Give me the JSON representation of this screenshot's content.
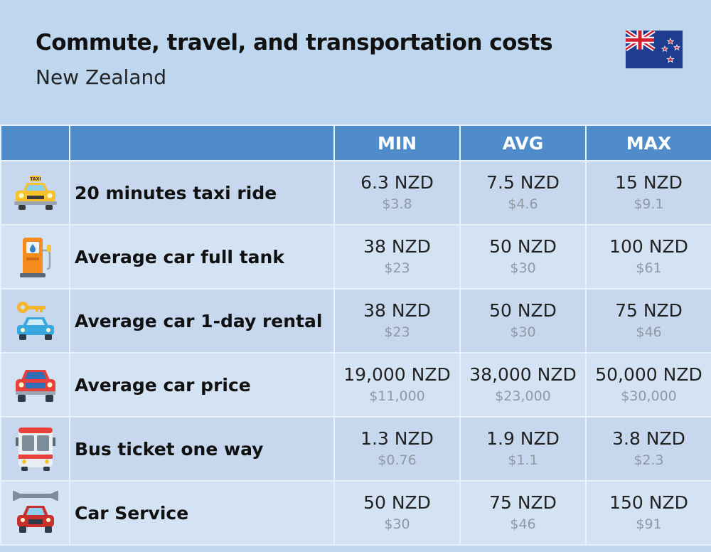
{
  "title": "Commute, travel, and transportation costs",
  "subtitle": "New Zealand",
  "header": {
    "min": "MIN",
    "avg": "AVG",
    "max": "MAX"
  },
  "colors": {
    "background": "#bed7ee",
    "header": "#4f8cc9",
    "row_dark": "#c7d8ee",
    "row_light": "#d4e3f3"
  },
  "chart_data": {
    "type": "table",
    "title": "Commute, travel, and transportation costs",
    "subtitle": "New Zealand",
    "columns": [
      "MIN",
      "AVG",
      "MAX"
    ],
    "rows": [
      {
        "icon": "taxi-icon",
        "label": "20 minutes taxi ride",
        "min": "6.3 NZD",
        "min_usd": "$3.8",
        "avg": "7.5 NZD",
        "avg_usd": "$4.6",
        "max": "15 NZD",
        "max_usd": "$9.1"
      },
      {
        "icon": "fuel-pump-icon",
        "label": "Average car full tank",
        "min": "38 NZD",
        "min_usd": "$23",
        "avg": "50 NZD",
        "avg_usd": "$30",
        "max": "100 NZD",
        "max_usd": "$61"
      },
      {
        "icon": "car-key-icon",
        "label": "Average car 1-day rental",
        "min": "38 NZD",
        "min_usd": "$23",
        "avg": "50 NZD",
        "avg_usd": "$30",
        "max": "75 NZD",
        "max_usd": "$46"
      },
      {
        "icon": "car-icon",
        "label": "Average car price",
        "min": "19,000 NZD",
        "min_usd": "$11,000",
        "avg": "38,000 NZD",
        "avg_usd": "$23,000",
        "max": "50,000 NZD",
        "max_usd": "$30,000"
      },
      {
        "icon": "bus-icon",
        "label": "Bus ticket one way",
        "min": "1.3 NZD",
        "min_usd": "$0.76",
        "avg": "1.9 NZD",
        "avg_usd": "$1.1",
        "max": "3.8 NZD",
        "max_usd": "$2.3"
      },
      {
        "icon": "car-service-icon",
        "label": "Car Service",
        "min": "50 NZD",
        "min_usd": "$30",
        "avg": "75 NZD",
        "avg_usd": "$46",
        "max": "150 NZD",
        "max_usd": "$91"
      }
    ]
  }
}
